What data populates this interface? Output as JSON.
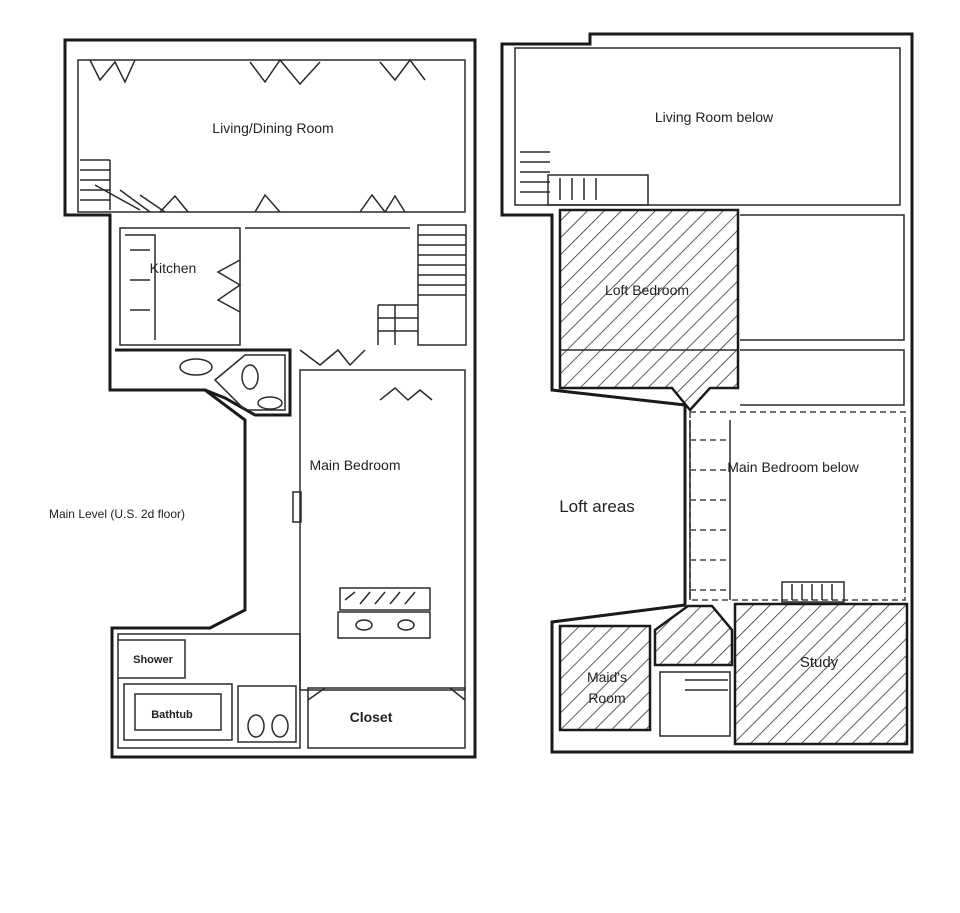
{
  "main_level": {
    "caption": "Main Level (U.S. 2d floor)",
    "rooms": {
      "living_dining": "Living/Dining Room",
      "kitchen": "Kitchen",
      "main_bedroom": "Main Bedroom",
      "shower": "Shower",
      "bathtub": "Bathtub",
      "closet": "Closet"
    }
  },
  "loft_level": {
    "caption": "Loft areas",
    "rooms": {
      "living_below": "Living Room below",
      "loft_bedroom": "Loft Bedroom",
      "main_bedroom_below": "Main Bedroom below",
      "maids_room_line1": "Maid's",
      "maids_room_line2": "Room",
      "study": "Study"
    }
  },
  "colors": {
    "ink": "#1a1a1a",
    "paper": "#ffffff"
  }
}
